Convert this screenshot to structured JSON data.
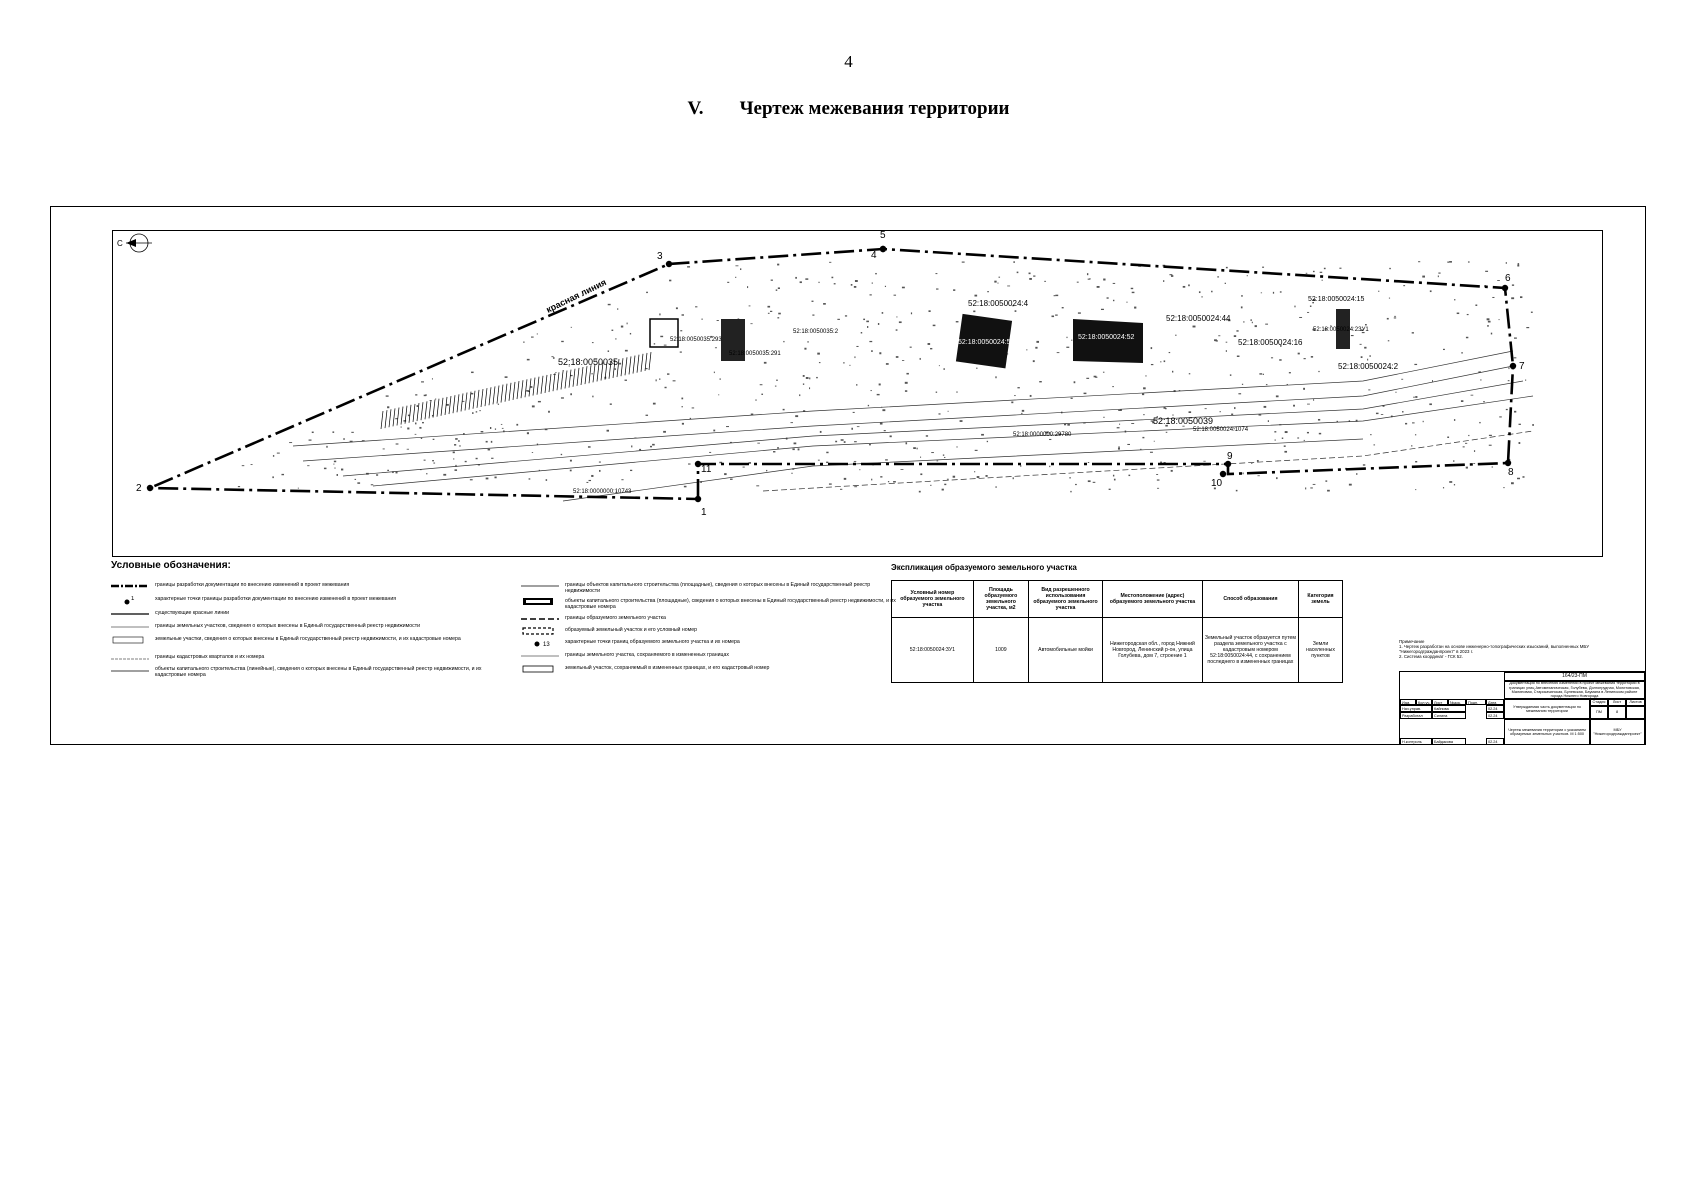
{
  "header": {
    "page_number": "4",
    "section_number": "V.",
    "section_title": "Чертеж межевания территории"
  },
  "map": {
    "compass_letter": "С",
    "red_line_label": "красная линия",
    "point_labels": [
      "1",
      "2",
      "3",
      "4",
      "5",
      "6",
      "7",
      "8",
      "9",
      "10",
      "11"
    ],
    "parcel_labels": [
      "52:18:0050035",
      "52:18:0050039",
      "52:18:0050024:4",
      "52:18:0050024:44",
      "52:18:0050024:51",
      "52:18:0050024:52",
      "52:18:0050024:16",
      "52:18:0050024:15",
      "52:18:0050024:2",
      "52:18:0050035:293",
      "52:18:0050035:291",
      "52:18:0050035:2",
      "52:18:0000000:10743",
      "52:18:0050024:2ЗУ1",
      "52:18:0000000:29780",
      "52:18:0050024:1074"
    ]
  },
  "legend": {
    "title": "Условные обозначения:",
    "left": [
      "границы разработки документации по внесению изменений в проект межевания",
      "характерные точки границы разработки документации по внесению изменений в проект межевания",
      "существующие красные линии",
      "границы земельных участков, сведения о которых внесены в Единый государственный реестр недвижимости",
      "земельные участки, сведения о которых внесены в Единый государственный реестр недвижимости, и их кадастровые номера",
      "границы кадастровых кварталов и их номера",
      "объекты капитального строительства (линейные), сведения о которых внесены в Единый государственный реестр недвижимости, и их кадастровые номера"
    ],
    "right": [
      "границы объектов капитального строительства (площадные), сведения о которых внесены в Единый государственный реестр недвижимости",
      "объекты капитального строительства (площадные), сведения о которых внесены в Единый государственный реестр недвижимости, и их кадастровые номера",
      "границы образуемого земельного участка",
      "образуемый земельный участок и его условный номер",
      "характерные точки границ образуемого земельного участка и их номера",
      "границы земельного участка, сохраняемого в измененных границах",
      "земельный участок, сохраняемый в измененных границах, и его кадастровый номер"
    ],
    "point_number": "1",
    "point_number_13": "13"
  },
  "explication": {
    "title": "Экспликация образуемого земельного участка",
    "headers": [
      "Условный номер образуемого земельного участка",
      "Площадь образуемого земельного участка, м2",
      "Вид разрешенного использования образуемого земельного участка",
      "Местоположение (адрес) образуемого земельного участка",
      "Способ образования",
      "Категория земель"
    ],
    "rows": [
      [
        "52:18:0050024:ЗУ1",
        "1009",
        "Автомобильные мойки",
        "Нижегородская обл., город Нижний Новгород, Ленинский р-он, улица Голубева, дом 7, строение 1",
        "Земельный участок образуется путем раздела земельного участка с кадастровым номером 52:18:0050024:44, с сохранением последнего в измененных границах",
        "Земли населенных пунктов"
      ]
    ]
  },
  "notes": {
    "title": "Примечание",
    "lines": [
      "1. Чертеж разработан на основе инженерно-топографических изысканий, выполненных МБУ \"Нижегородгражданпроект\" в 2023 г.",
      "2. Система координат - ГСК 52."
    ]
  },
  "stamp": {
    "code": "164/23-ПМ",
    "description": "Документация по внесению изменений в проект межевания территории в границах улиц Автомеханическая, Голубева, Долгопрудная, Молитовская, Малиновая, Старокачинская, Булевская, Баумана в Ленинском районе города Нижнего Новгорода",
    "col_headers": [
      "Изм.",
      "Кол.уч.",
      "Лист",
      "№док.",
      "Подп.",
      "Дата"
    ],
    "roles": [
      "Нач.управ.",
      "Разработал",
      "Н.контроль"
    ],
    "names": [
      "Кайнова",
      "Силина",
      "Байдакова"
    ],
    "dates": [
      "02.24",
      "02.24",
      "02.24"
    ],
    "part_title": "Утверждаемая часть документации по межеванию территории",
    "stage_labels": [
      "Стадия",
      "Лист",
      "Листов"
    ],
    "stage_values": [
      "ПМ",
      "8",
      ""
    ],
    "sheet_title": "Чертеж межевания территории с указанием образуемых земельных участков. М 1:500",
    "organization": "МБУ \"Нижегородгражданпроект\""
  }
}
